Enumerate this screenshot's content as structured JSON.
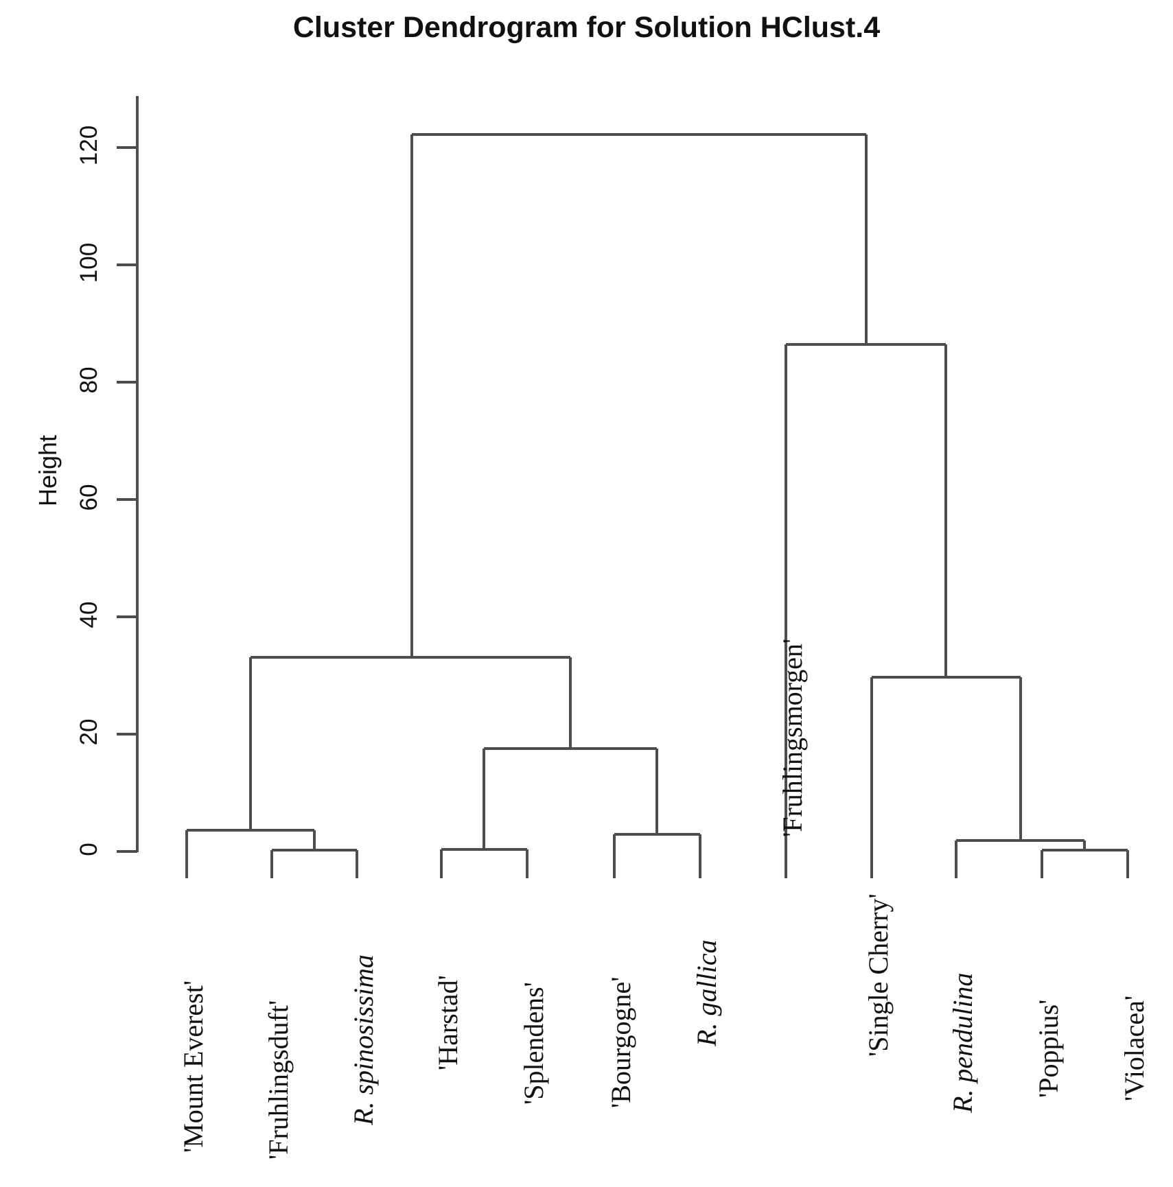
{
  "chart_data": {
    "type": "dendrogram",
    "title": "Cluster Dendrogram for Solution HClust.4",
    "xlabel": "",
    "ylabel": "Height",
    "ylim": [
      0,
      122
    ],
    "yticks": [
      0,
      20,
      40,
      60,
      80,
      100,
      120
    ],
    "ytick_labels": [
      "0",
      "20",
      "40",
      "60",
      "80",
      "100",
      "120"
    ],
    "grid": false,
    "legend": "none",
    "leaves": [
      {
        "label": "'Mount Everest'",
        "italic": false
      },
      {
        "label": "'Fruhlingsduft'",
        "italic": false
      },
      {
        "label": "R. spinosissima",
        "italic": true
      },
      {
        "label": "'Harstad'",
        "italic": false
      },
      {
        "label": "'Splendens'",
        "italic": false
      },
      {
        "label": "'Bourgogne'",
        "italic": false
      },
      {
        "label": "R. gallica",
        "italic": true
      },
      {
        "label": "'Fruhlingsmorgen'",
        "italic": false
      },
      {
        "label": "'Single Cherry'",
        "italic": false
      },
      {
        "label": "R. pendulina",
        "italic": true
      },
      {
        "label": "'Poppius'",
        "italic": false
      },
      {
        "label": "'Violacea'",
        "italic": false
      }
    ],
    "merges": [
      {
        "id": "m1",
        "height": 3.7,
        "children": [
          "'Mount Everest'",
          "m2"
        ]
      },
      {
        "id": "m2",
        "height": 0.4,
        "children": [
          "'Fruhlingsduft'",
          "R. spinosissima"
        ]
      },
      {
        "id": "m3",
        "height": 0.5,
        "children": [
          "'Harstad'",
          "'Splendens'"
        ]
      },
      {
        "id": "m4",
        "height": 3.0,
        "children": [
          "'Bourgogne'",
          "R. gallica"
        ]
      },
      {
        "id": "m5",
        "height": 17.5,
        "children": [
          "m3",
          "m4"
        ]
      },
      {
        "id": "m6",
        "height": 33.2,
        "children": [
          "m1",
          "m5"
        ]
      },
      {
        "id": "m7",
        "height": 0.4,
        "children": [
          "'Poppius'",
          "'Violacea'"
        ]
      },
      {
        "id": "m8",
        "height": 2.0,
        "children": [
          "R. pendulina",
          "m7"
        ]
      },
      {
        "id": "m9",
        "height": 29.8,
        "children": [
          "'Single Cherry'",
          "m8"
        ]
      },
      {
        "id": "m10",
        "height": 86.5,
        "children": [
          "'Fruhlingsmorgen'",
          "m9"
        ]
      },
      {
        "id": "m11",
        "height": 122.0,
        "children": [
          "m6",
          "m10"
        ]
      }
    ]
  },
  "axis": {
    "tick_0": "0",
    "tick_20": "20",
    "tick_40": "40",
    "tick_60": "60",
    "tick_80": "80",
    "tick_100": "100",
    "tick_120": "120",
    "ylabel": "Height"
  },
  "colors": {
    "line": "#4d4d4d",
    "text": "#111111",
    "background": "#ffffff"
  }
}
